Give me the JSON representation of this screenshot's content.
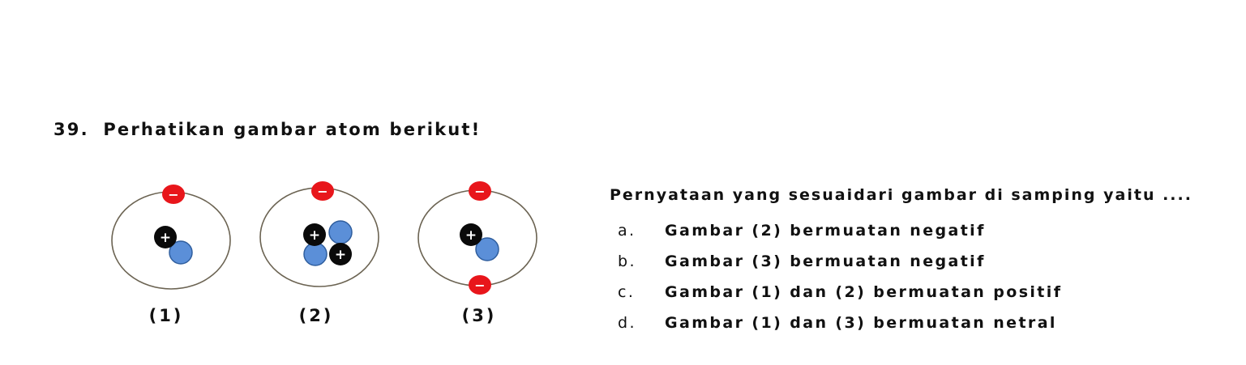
{
  "question": {
    "number": "39.",
    "text": "Perhatikan gambar atom berikut!"
  },
  "atoms": [
    {
      "label": "(1)",
      "protons": 1,
      "neutrons": 1,
      "electrons": 1
    },
    {
      "label": "(2)",
      "protons": 2,
      "neutrons": 2,
      "electrons": 1
    },
    {
      "label": "(3)",
      "protons": 1,
      "neutrons": 1,
      "electrons": 2
    }
  ],
  "symbols": {
    "proton": "+",
    "electron": "−"
  },
  "colors": {
    "electron": "#e8161b",
    "proton": "#0a0a0a",
    "neutron": "#5b8fd8",
    "orbit": "#6b6352"
  },
  "prompt": "Pernyataan yang sesuaidari gambar di samping yaitu ....",
  "options": [
    {
      "letter": "a.",
      "text": "Gambar (2) bermuatan negatif"
    },
    {
      "letter": "b.",
      "text": "Gambar (3) bermuatan negatif"
    },
    {
      "letter": "c.",
      "text": "Gambar (1) dan (2) bermuatan positif"
    },
    {
      "letter": "d.",
      "text": "Gambar (1) dan (3) bermuatan netral"
    }
  ]
}
